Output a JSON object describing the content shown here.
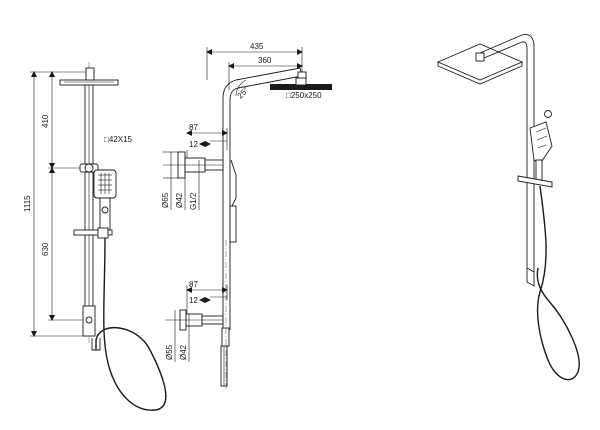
{
  "front_view": {
    "dim_overall_height": "1115",
    "dim_upper": "410",
    "dim_lower": "630",
    "head_size": "□42X15"
  },
  "side_view": {
    "dim_reach_total": "435",
    "dim_reach_head": "360",
    "dim_angle": "25°",
    "head_size": "□250x250",
    "upper_connection": {
      "dim_87": "87",
      "dim_12": "12",
      "dia_65": "Ø65",
      "dia_42": "Ø42",
      "thread": "G1/2"
    },
    "lower_connection": {
      "dim_87": "87",
      "dim_12": "12",
      "dia_55": "Ø55",
      "dia_42": "Ø42"
    }
  }
}
